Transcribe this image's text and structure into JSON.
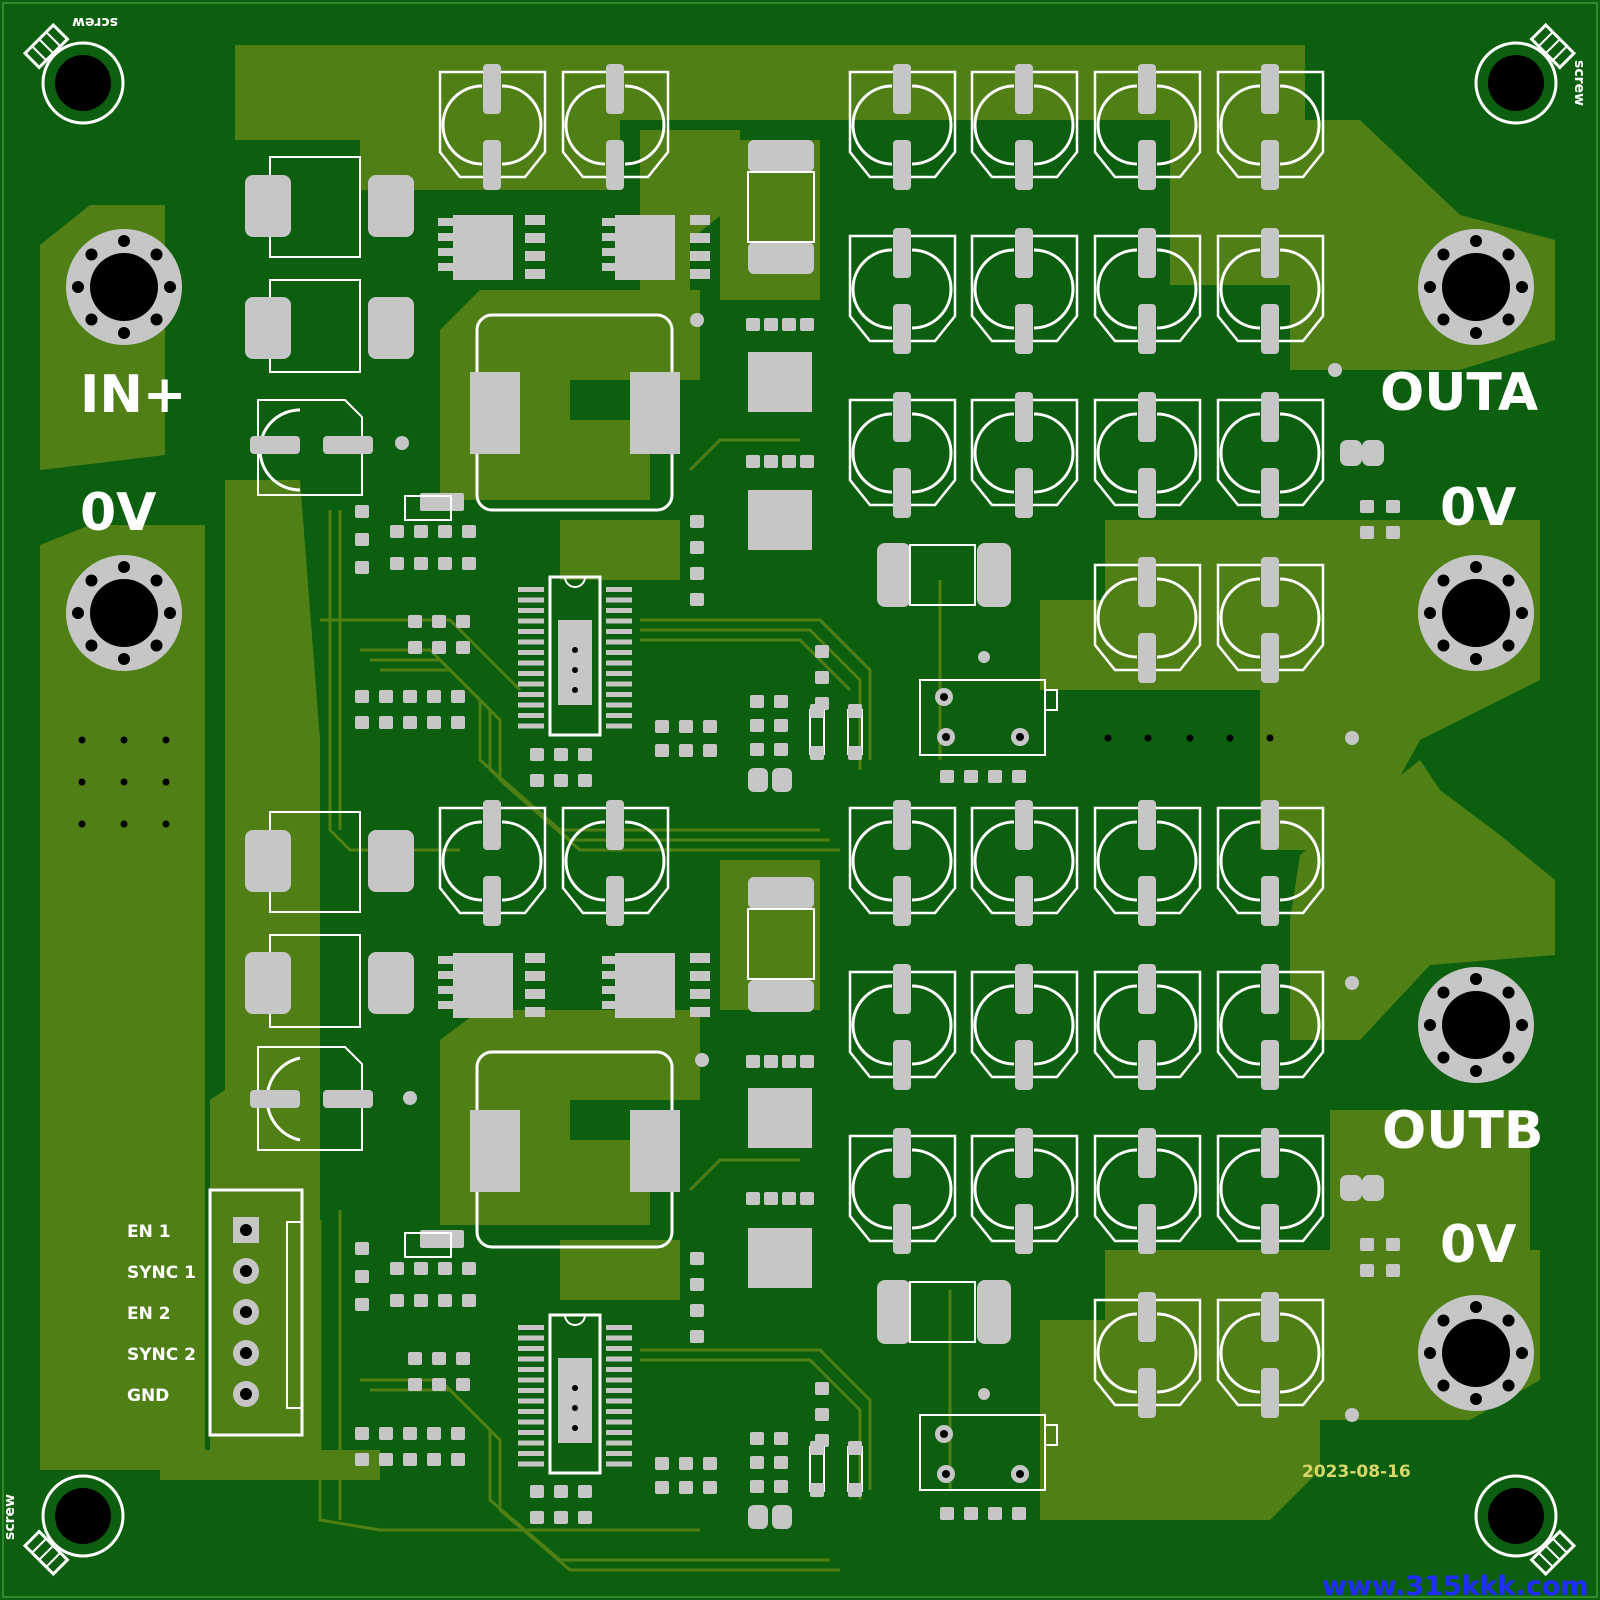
{
  "labels": {
    "in_plus": "IN+",
    "in_0v": "0V",
    "outa": "OUTA",
    "outa_0v": "0V",
    "outb": "OUTB",
    "outb_0v": "0V"
  },
  "connector_pins": [
    "EN 1",
    "SYNC 1",
    "EN 2",
    "SYNC 2",
    "GND"
  ],
  "screw_label": "screw",
  "date": "2023-08-16",
  "watermark": "www.315kkk.com",
  "colors": {
    "board_dark": "#0f6612",
    "copper_pour": "#4f7f15",
    "pad": "#c6c6c6",
    "silkscreen": "#ffffff",
    "date_text": "#d8d86a",
    "watermark": "#1f2dff"
  }
}
